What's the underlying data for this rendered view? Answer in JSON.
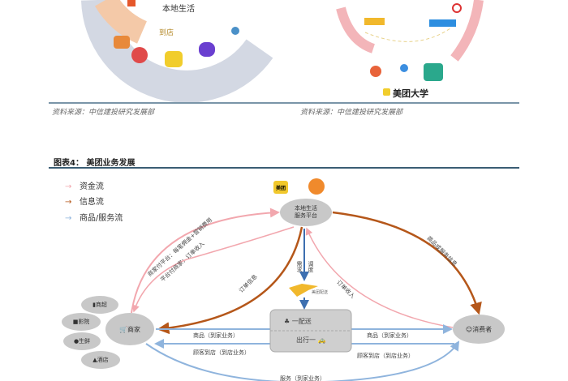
{
  "top_left_figure": {
    "center_label": "本地生活",
    "segment_label": "到店"
  },
  "top_right_figure": {
    "brand_label": "美团大学"
  },
  "captions": {
    "left": "资料来源：中信建投研究发展部",
    "right": "资料来源：中信建投研究发展部"
  },
  "figure4": {
    "title": "图表4：  美团业务发展",
    "legend": [
      {
        "label": "资金流",
        "color": "#f2a7ae"
      },
      {
        "label": "信息流",
        "color": "#b5571a"
      },
      {
        "label": "商品/服务流",
        "color": "#8fb4dd"
      }
    ],
    "nodes": {
      "platform": [
        "本地生活",
        "服务平台"
      ],
      "merchant": "商家",
      "consumer": "消费者",
      "merchant_types": [
        "商超",
        "影院",
        "生鲜",
        "酒店"
      ],
      "delivery_logo": "美团配送",
      "meituan_logo": "美团",
      "box_top": "一配送",
      "box_bottom": "出行一"
    },
    "edge_labels": {
      "merchant_to_platform": "商家付平台：每笔佣金+营销费用",
      "platform_to_merchant": "平台付商家：订单收入",
      "platform_to_consumer": "商品或服务信息",
      "order_info": "订单信息",
      "order_income": "订单收入",
      "demand": "需求",
      "dispatch": "调度",
      "goods_home": "商品（到家业务）",
      "store_visit_left": "顾客到店（到店业务）",
      "goods_right": "商品（到家业务）",
      "store_visit_right": "顾客到店（到店业务）",
      "bottom": "服务（到家业务）"
    }
  }
}
